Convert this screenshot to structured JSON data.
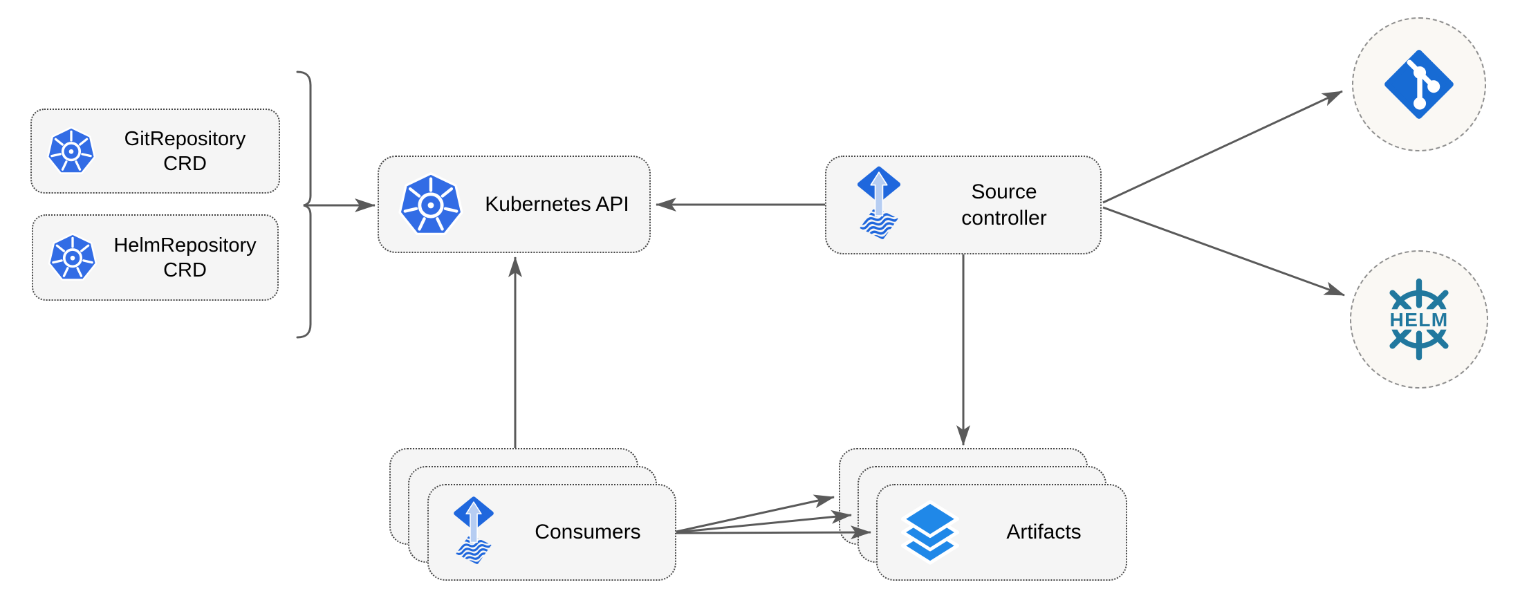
{
  "diagram": {
    "nodes": {
      "git_repository_crd": {
        "label": "GitRepository CRD",
        "icon": "kubernetes"
      },
      "helm_repository_crd": {
        "label": "HelmRepository CRD",
        "icon": "kubernetes"
      },
      "kubernetes_api": {
        "label": "Kubernetes API",
        "icon": "kubernetes"
      },
      "source_controller": {
        "label": "Source controller",
        "icon": "flux"
      },
      "consumers": {
        "label": "Consumers",
        "icon": "flux",
        "stacked": 3
      },
      "artifacts": {
        "label": "Artifacts",
        "icon": "layers",
        "stacked": 3
      },
      "git_source": {
        "icon": "git"
      },
      "helm_source": {
        "icon": "helm",
        "label": "HELM"
      }
    },
    "edges": [
      {
        "from": "crd-group",
        "to": "kubernetes_api",
        "via": "brace"
      },
      {
        "from": "source_controller",
        "to": "kubernetes_api"
      },
      {
        "from": "consumers",
        "to": "kubernetes_api"
      },
      {
        "from": "source_controller",
        "to": "artifacts"
      },
      {
        "from": "source_controller",
        "to": "git_source"
      },
      {
        "from": "source_controller",
        "to": "helm_source"
      },
      {
        "from": "consumers",
        "to": "artifacts",
        "count": 3
      }
    ],
    "colors": {
      "kubernetes_blue": "#326CE5",
      "flux_blue": "#1f67dd",
      "flux_arrow_light": "#b6cdf2",
      "git_blue": "#176bd4",
      "layers_blue": "#2088e8",
      "helm_teal": "#21789e",
      "node_fill": "#f5f5f5",
      "node_border": "#454545",
      "circle_fill": "#faf8f4",
      "circle_border": "#8f8f8f",
      "edge_color": "#5a5a5a",
      "background": "#ffffff"
    }
  }
}
